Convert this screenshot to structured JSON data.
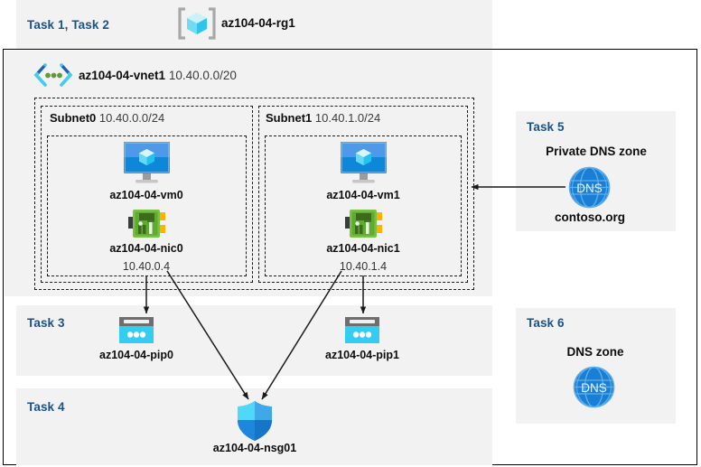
{
  "header": {
    "task_label": "Task 1, Task 2",
    "resource_group_icon": "resource-group-icon",
    "resource_group_name": "az104-04-rg1"
  },
  "vnet": {
    "icon": "virtual-network-icon",
    "name": "az104-04-vnet1",
    "address_space": "10.40.0.0/20",
    "subnets": [
      {
        "name": "Subnet0",
        "cidr": "10.40.0.0/24",
        "vm": {
          "icon": "virtual-machine-icon",
          "name": "az104-04-vm0"
        },
        "nic": {
          "icon": "network-interface-icon",
          "name": "az104-04-nic0",
          "ip": "10.40.0.4"
        }
      },
      {
        "name": "Subnet1",
        "cidr": "10.40.1.0/24",
        "vm": {
          "icon": "virtual-machine-icon",
          "name": "az104-04-vm1"
        },
        "nic": {
          "icon": "network-interface-icon",
          "name": "az104-04-nic1",
          "ip": "10.40.1.4"
        }
      }
    ]
  },
  "task3": {
    "task_label": "Task 3",
    "public_ips": [
      {
        "icon": "public-ip-address-icon",
        "name": "az104-04-pip0"
      },
      {
        "icon": "public-ip-address-icon",
        "name": "az104-04-pip1"
      }
    ]
  },
  "task4": {
    "task_label": "Task 4",
    "nsg": {
      "icon": "network-security-group-icon",
      "name": "az104-04-nsg01"
    }
  },
  "task5": {
    "task_label": "Task 5",
    "title": "Private DNS zone",
    "icon": "dns-zone-icon",
    "icon_text": "DNS",
    "zone_name": "contoso.org"
  },
  "task6": {
    "task_label": "Task 6",
    "title": "DNS zone",
    "icon": "dns-zone-icon",
    "icon_text": "DNS"
  },
  "colors": {
    "task_label": "#1b5288",
    "panel_bg": "#f2f2f2",
    "azure_blue": "#0078d4",
    "cyan": "#32c8f0",
    "nic_green": "#6bb443",
    "dns_blue": "#1a7fd4"
  }
}
